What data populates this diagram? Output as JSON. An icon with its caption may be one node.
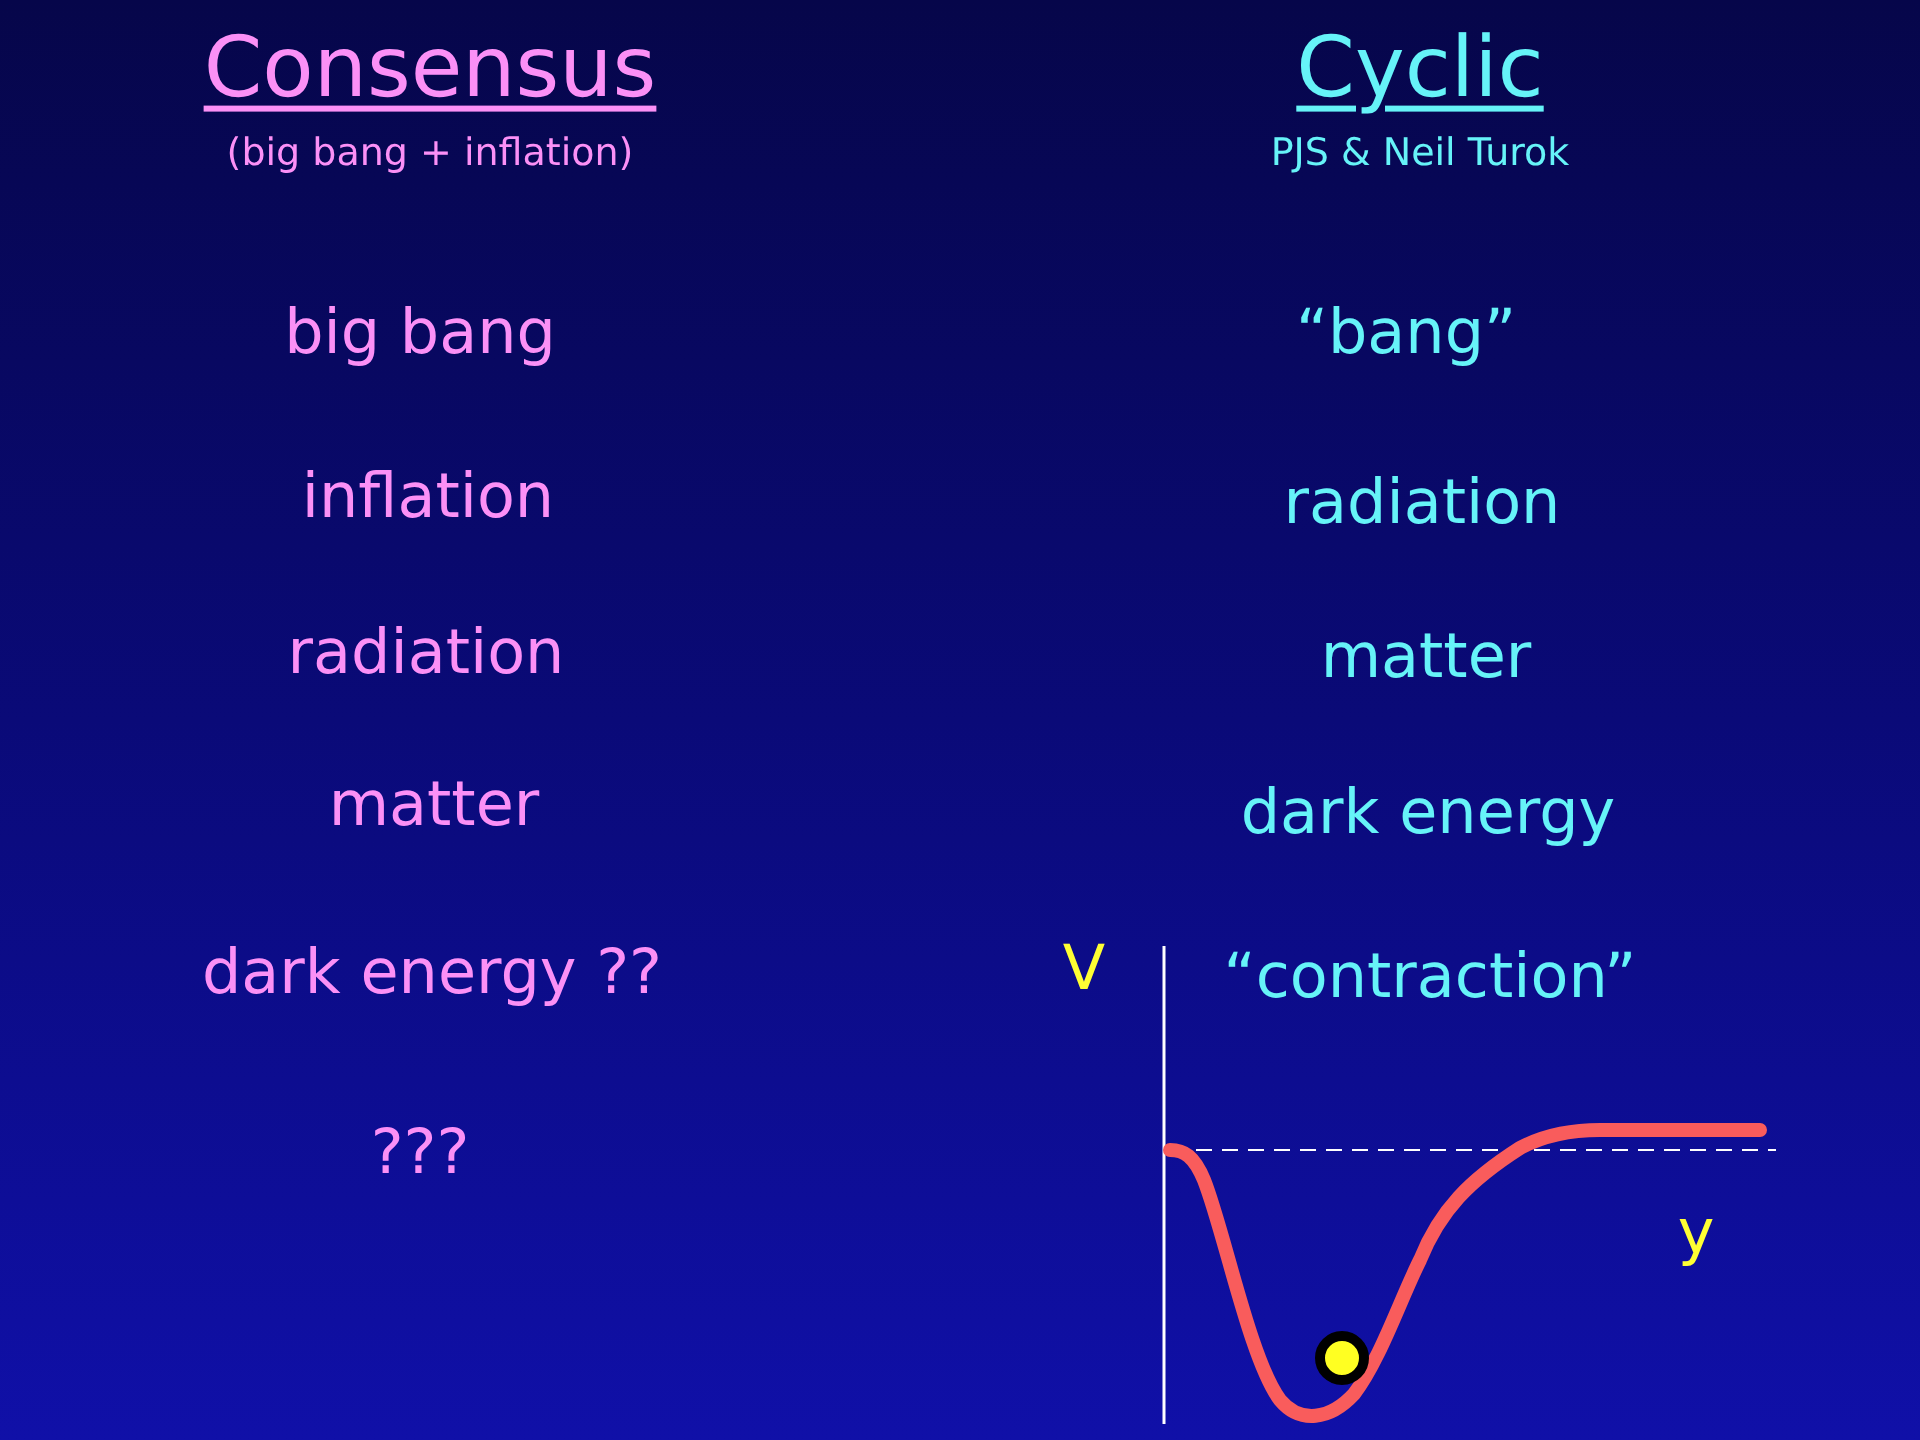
{
  "diagram": {
    "labels": [
      "Consensus",
      "(big bang + inflation)",
      "big bang",
      "inflation",
      "radiation",
      "matter",
      "dark energy ??",
      "???",
      "Cyclic",
      "PJS & Neil Turok",
      "“bang”",
      "radiation",
      "matter",
      "dark energy",
      "“contraction”",
      "V",
      "y"
    ]
  }
}
